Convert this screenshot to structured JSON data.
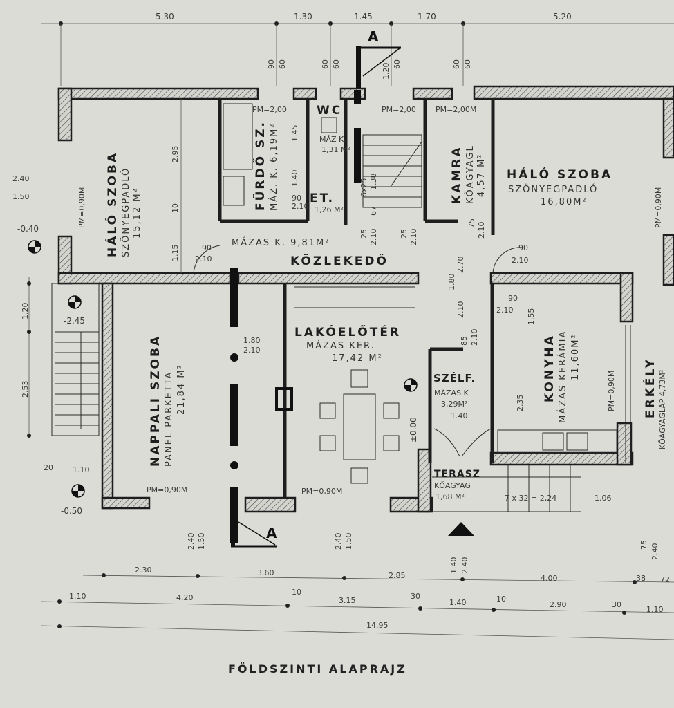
{
  "title": "FÖLDSZINTI ALAPRAJZ",
  "section_mark": "A",
  "rooms": {
    "bedroom1": {
      "name": "HÁLÓ SZOBA",
      "floor": "SZÖNYEGPADLÓ",
      "area": "15,12 M²",
      "window": "PM=0,90M"
    },
    "bathroom": {
      "name": "FÜRDŐ SZ.",
      "floor": "MÁZ. K. 6,19M²",
      "window": "PM=2,00"
    },
    "wc": {
      "name": "WC",
      "floor": "MÁZ K.",
      "area": "1,31 M²"
    },
    "et": {
      "name": "ET.",
      "area": "1,26 M²"
    },
    "stair_window": "PM=2,00",
    "pantry": {
      "name": "KAMRA",
      "floor": "KŐAGYAGL",
      "area": "4,57 M²",
      "window": "PM=2,00M"
    },
    "bedroom2": {
      "name": "HÁLÓ SZOBA",
      "floor": "SZÖNYEGPADLÓ",
      "area": "16,80M²",
      "window": "PM=0,90M"
    },
    "corridor": {
      "name": "KÖZLEKEDŐ",
      "floor": "MÁZAS K. 9,81M²"
    },
    "living": {
      "name": "NAPPALI SZOBA",
      "floor": "PANEL PARKETTA",
      "area": "21,84 M²",
      "window": "PM=0,90M"
    },
    "hall": {
      "name": "LAKÓELŐTÉR",
      "floor": "MÁZAS KER.",
      "area": "17,42 M²",
      "window": "PM=0,90M"
    },
    "vestibule": {
      "name": "SZÉLF.",
      "floor": "MÁZAS K",
      "area": "3,29M²",
      "width": "1.40"
    },
    "kitchen": {
      "name": "KONYHA",
      "floor": "MÁZAS KERÁMIA",
      "area": "11,60M²",
      "window": "PM=0,90M"
    },
    "balcony": {
      "name": "ERKÉLY",
      "floor": "KŐAGYAGLAP 4,73M²"
    },
    "terrace": {
      "name": "TERASZ",
      "floor": "KŐAGYAG",
      "area": "1,68 M²",
      "steps": "7 x 32 = 2,24",
      "dim": "1.06"
    }
  },
  "levels": {
    "l1": "-0.40",
    "l2": "-2.45",
    "l3": "-0.50",
    "l4": "±0.00"
  },
  "dims_top": [
    "5.30",
    "1.30",
    "1.45",
    "1.70",
    "5.20"
  ],
  "dims_windows_top": [
    "90",
    "60",
    "60",
    "60",
    "1.20",
    "60",
    "60",
    "60"
  ],
  "dims_left": [
    "2.40",
    "1.50",
    "1.20",
    "2.53",
    "20",
    "1.10"
  ],
  "dims_interior": [
    "2.95",
    "10",
    "1.15",
    "90",
    "2.10",
    "1.45",
    "1.40",
    "90",
    "2.10",
    "25",
    "2.10",
    "25",
    "2.10",
    "6x25",
    "1.38",
    "67",
    "75",
    "2.10",
    "90",
    "2.10",
    "1.80",
    "2.10",
    "2.70",
    "1.80",
    "2.10",
    "85",
    "2.10",
    "90",
    "2.10",
    "1.55",
    "2.35"
  ],
  "dims_bottom_openings": [
    "2.40",
    "1.50",
    "2.40",
    "1.50",
    "1.40",
    "2.40",
    "75",
    "2.40"
  ],
  "dims_bottom_row1": [
    "2.30",
    "3.60",
    "2.85",
    "4.00",
    "38",
    "72"
  ],
  "dims_bottom_row2": [
    "1.10",
    "4.20",
    "10",
    "3.15",
    "30",
    "1.40",
    "10",
    "2.90",
    "30",
    "1.10"
  ],
  "dims_total": "14.95"
}
